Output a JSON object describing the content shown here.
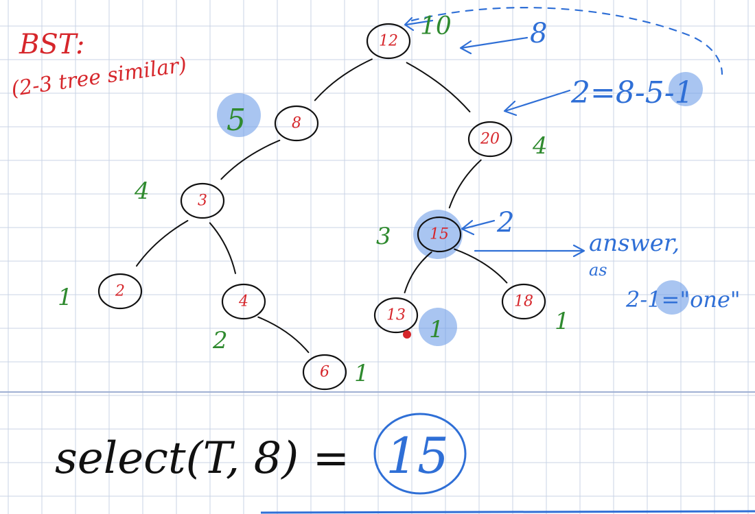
{
  "notes": {
    "bst_title": "BST:",
    "bst_subtitle": "(2-3 tree similar)"
  },
  "tree": {
    "nodes": [
      {
        "id": "n12",
        "key": "12",
        "size": "",
        "highlight": false
      },
      {
        "id": "n8",
        "key": "8",
        "size": "5",
        "highlight": false
      },
      {
        "id": "n20",
        "key": "20",
        "size": "4",
        "highlight": false
      },
      {
        "id": "n3",
        "key": "3",
        "size": "4",
        "highlight": false
      },
      {
        "id": "n15",
        "key": "15",
        "size": "3",
        "highlight": true
      },
      {
        "id": "n2",
        "key": "2",
        "size": "1",
        "highlight": false
      },
      {
        "id": "n4",
        "key": "4",
        "size": "2",
        "highlight": false
      },
      {
        "id": "n13",
        "key": "13",
        "size": "1",
        "highlight": false
      },
      {
        "id": "n18",
        "key": "18",
        "size": "1",
        "highlight": false
      },
      {
        "id": "n6",
        "key": "6",
        "size": "1",
        "highlight": false
      }
    ],
    "edges": [
      [
        "n12",
        "n8"
      ],
      [
        "n12",
        "n20"
      ],
      [
        "n8",
        "n3"
      ],
      [
        "n20",
        "n15"
      ],
      [
        "n3",
        "n2"
      ],
      [
        "n3",
        "n4"
      ],
      [
        "n15",
        "n13"
      ],
      [
        "n15",
        "n18"
      ],
      [
        "n4",
        "n6"
      ]
    ]
  },
  "annotations": {
    "root_rank": "10",
    "query_k": "8",
    "equation": "2=8-5-1",
    "at15": "2",
    "answer_word": "answer,",
    "as_word": "as",
    "equation2": "2-1=\"one\""
  },
  "bottom": {
    "expression": "select(T, 8) =",
    "result": "15"
  },
  "colors": {
    "grid": "#c9d3e6",
    "red": "#d6262b",
    "green": "#2f8a2f",
    "blue": "#2f6fd6",
    "highlight": "#6f9fe8"
  }
}
